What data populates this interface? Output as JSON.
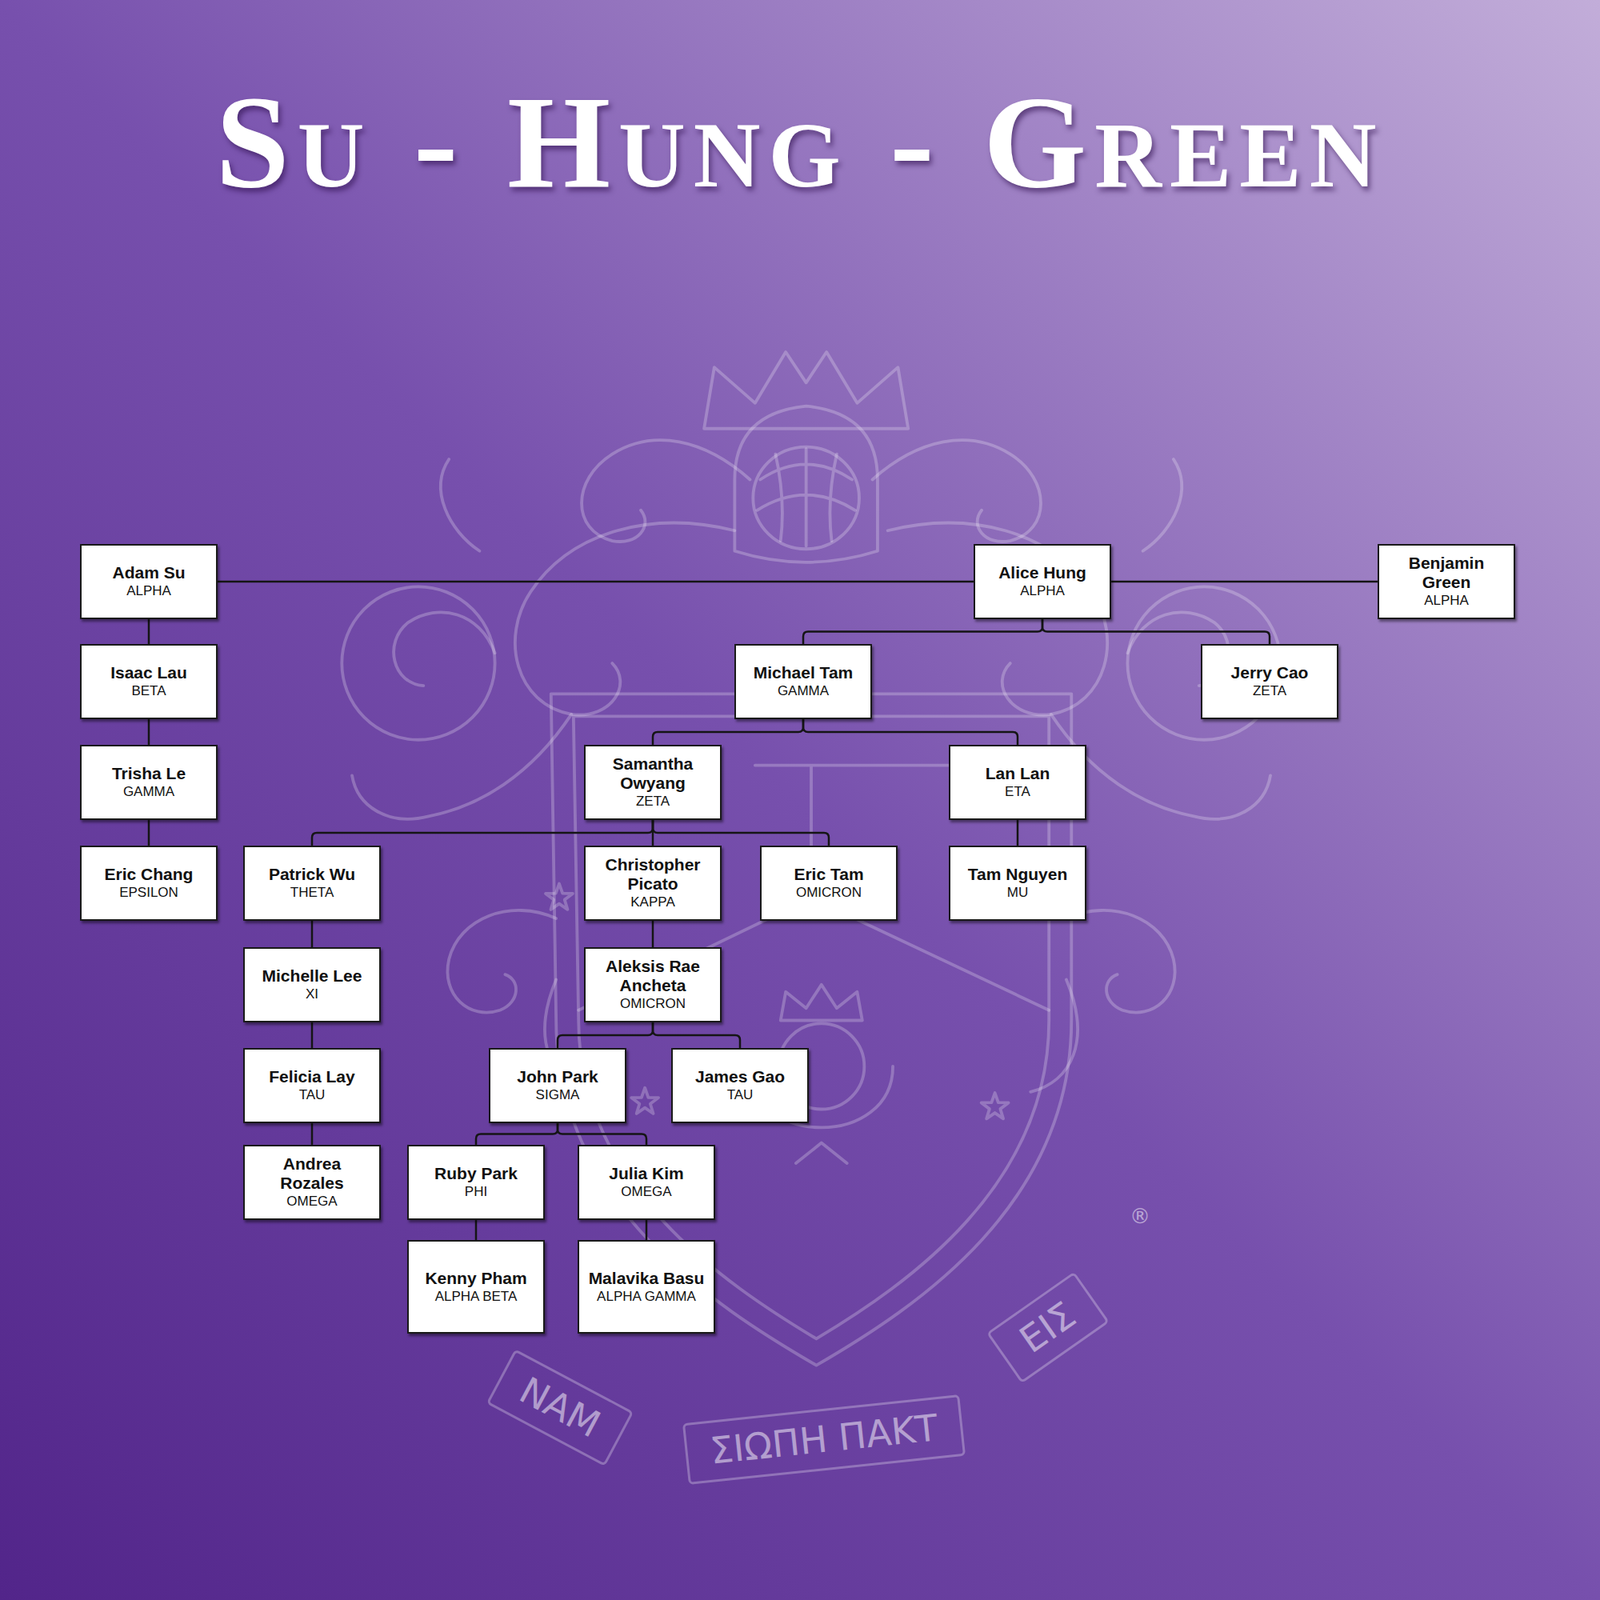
{
  "diagram": {
    "title": "Su - Hung - Green",
    "nodes": [
      {
        "text": [
          "Adam Su",
          "ALPHA"
        ]
      },
      {
        "text": [
          "Alice Hung",
          "ALPHA"
        ]
      },
      {
        "text": [
          "Benjamin Green",
          "ALPHA"
        ]
      },
      {
        "text": [
          "Isaac Lau",
          "BETA"
        ]
      },
      {
        "text": [
          "Michael Tam",
          "GAMMA"
        ]
      },
      {
        "text": [
          "Jerry Cao",
          "ZETA"
        ]
      },
      {
        "text": [
          "Trisha Le",
          "GAMMA"
        ]
      },
      {
        "text": [
          "Samantha Owyang",
          "ZETA"
        ]
      },
      {
        "text": [
          "Lan Lan",
          "ETA"
        ]
      },
      {
        "text": [
          "Eric Chang",
          "EPSILON"
        ]
      },
      {
        "text": [
          "Patrick Wu",
          "THETA"
        ]
      },
      {
        "text": [
          "Christopher Picato",
          "KAPPA"
        ]
      },
      {
        "text": [
          "Eric Tam",
          "OMICRON"
        ]
      },
      {
        "text": [
          "Tam Nguyen",
          "MU"
        ]
      },
      {
        "text": [
          "Michelle Lee",
          "XI"
        ]
      },
      {
        "text": [
          "Aleksis Rae Ancheta",
          "OMICRON"
        ]
      },
      {
        "text": [
          "Felicia Lay",
          "TAU"
        ]
      },
      {
        "text": [
          "John Park",
          "SIGMA"
        ]
      },
      {
        "text": [
          "James Gao",
          "TAU"
        ]
      },
      {
        "text": [
          "Andrea Rozales",
          "OMEGA"
        ]
      },
      {
        "text": [
          "Ruby Park",
          "PHI"
        ]
      },
      {
        "text": [
          "Julia Kim",
          "OMEGA"
        ]
      },
      {
        "text": [
          "Kenny Pham",
          "ALPHA BETA"
        ]
      },
      {
        "text": [
          "Malavika Basu",
          "ALPHA GAMMA"
        ]
      }
    ],
    "edges": [
      {
        "from": 0,
        "to": 1,
        "arrow": "none"
      },
      {
        "from": 1,
        "to": 2,
        "arrow": "none"
      },
      {
        "from": 0,
        "to": 3,
        "arrow": "none"
      },
      {
        "from": 3,
        "to": 6,
        "arrow": "none"
      },
      {
        "from": 6,
        "to": 9,
        "arrow": "none"
      },
      {
        "from": 1,
        "to": 4,
        "arrow": "none"
      },
      {
        "from": 1,
        "to": 5,
        "arrow": "none"
      },
      {
        "from": 4,
        "to": 7,
        "arrow": "none"
      },
      {
        "from": 4,
        "to": 8,
        "arrow": "none"
      },
      {
        "from": 7,
        "to": 10,
        "arrow": "none"
      },
      {
        "from": 7,
        "to": 11,
        "arrow": "none"
      },
      {
        "from": 7,
        "to": 12,
        "arrow": "none"
      },
      {
        "from": 8,
        "to": 13,
        "arrow": "none"
      },
      {
        "from": 10,
        "to": 14,
        "arrow": "none"
      },
      {
        "from": 14,
        "to": 16,
        "arrow": "none"
      },
      {
        "from": 16,
        "to": 19,
        "arrow": "none"
      },
      {
        "from": 11,
        "to": 15,
        "arrow": "none"
      },
      {
        "from": 15,
        "to": 17,
        "arrow": "none"
      },
      {
        "from": 15,
        "to": 18,
        "arrow": "none"
      },
      {
        "from": 17,
        "to": 20,
        "arrow": "none"
      },
      {
        "from": 17,
        "to": 21,
        "arrow": "none"
      },
      {
        "from": 20,
        "to": 22,
        "arrow": "none"
      },
      {
        "from": 21,
        "to": 23,
        "arrow": "none"
      }
    ],
    "labels": [
      "ΝΑΜ",
      "ΣΙΩΠΗ ΠΑΚΤ",
      "ΕΙΣ",
      "®"
    ]
  }
}
